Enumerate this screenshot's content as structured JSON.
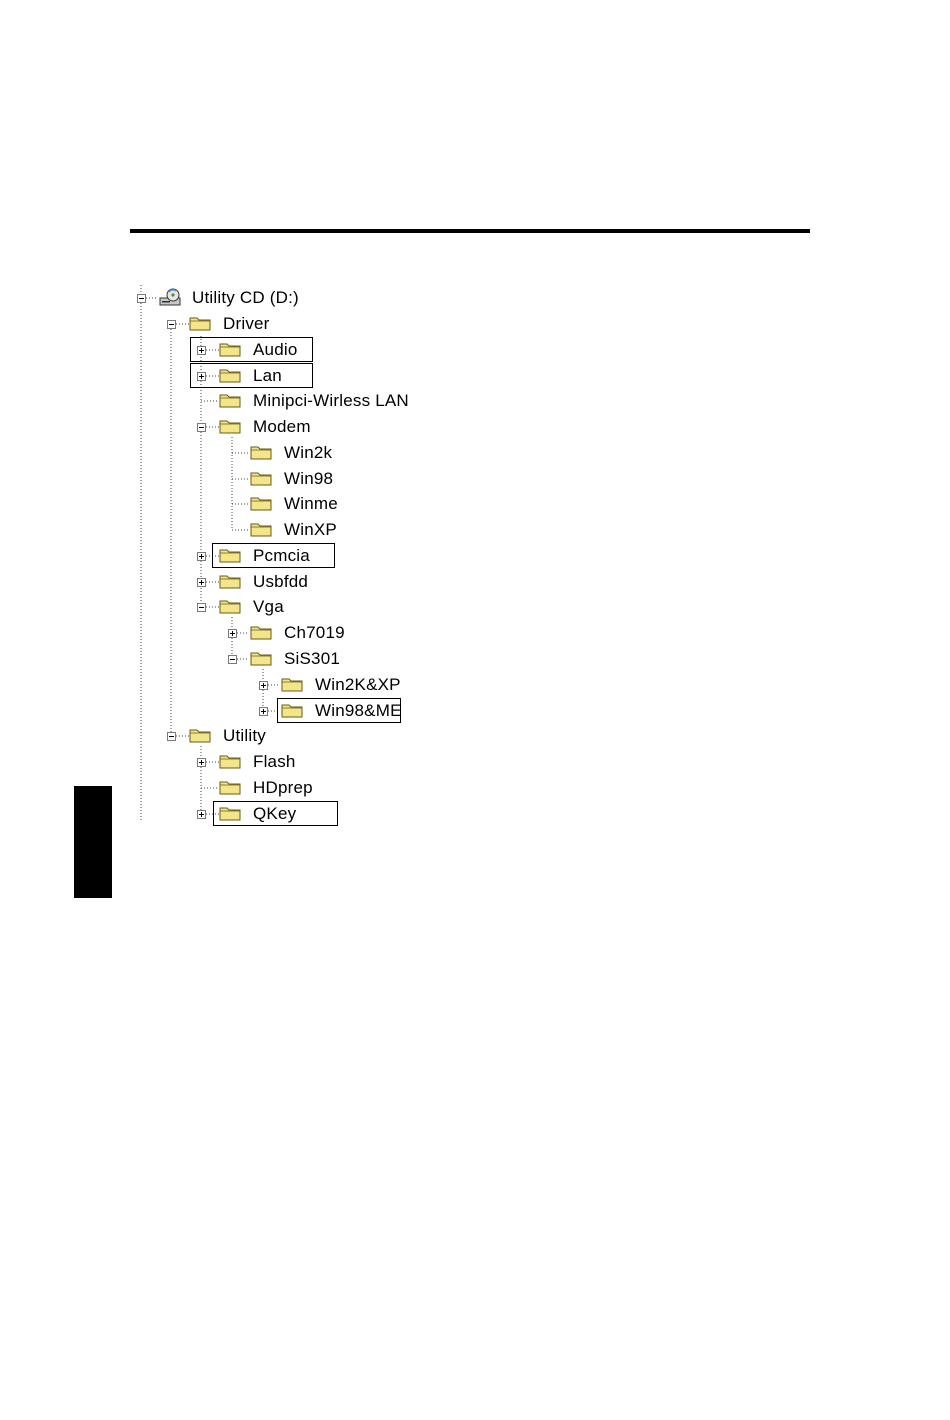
{
  "tree": {
    "root": {
      "label": "Utility CD (D:)",
      "icon": "cd-drive-icon",
      "expanded": true
    },
    "nodes": [
      {
        "label": "Driver",
        "expander": "minus"
      },
      {
        "label": "Audio",
        "expander": "plus",
        "highlighted": true
      },
      {
        "label": "Lan",
        "expander": "plus",
        "highlighted": true
      },
      {
        "label": "Minipci-Wirless LAN",
        "expander": "none"
      },
      {
        "label": "Modem",
        "expander": "minus"
      },
      {
        "label": "Win2k",
        "expander": "none"
      },
      {
        "label": "Win98",
        "expander": "none"
      },
      {
        "label": "Winme",
        "expander": "none"
      },
      {
        "label": "WinXP",
        "expander": "none"
      },
      {
        "label": "Pcmcia",
        "expander": "plus",
        "highlighted": true
      },
      {
        "label": "Usbfdd",
        "expander": "plus"
      },
      {
        "label": "Vga",
        "expander": "minus"
      },
      {
        "label": "Ch7019",
        "expander": "plus"
      },
      {
        "label": "SiS301",
        "expander": "minus"
      },
      {
        "label": "Win2K&XP",
        "expander": "plus"
      },
      {
        "label": "Win98&ME",
        "expander": "plus",
        "highlighted": true
      },
      {
        "label": "Utility",
        "expander": "minus"
      },
      {
        "label": "Flash",
        "expander": "plus"
      },
      {
        "label": "HDprep",
        "expander": "none"
      },
      {
        "label": "QKey",
        "expander": "plus",
        "highlighted": true
      }
    ]
  },
  "colors": {
    "folder_fill": "#f3e58a",
    "folder_outline": "#6b5a16",
    "highlight_border": "#000000",
    "rule": "#000000"
  }
}
